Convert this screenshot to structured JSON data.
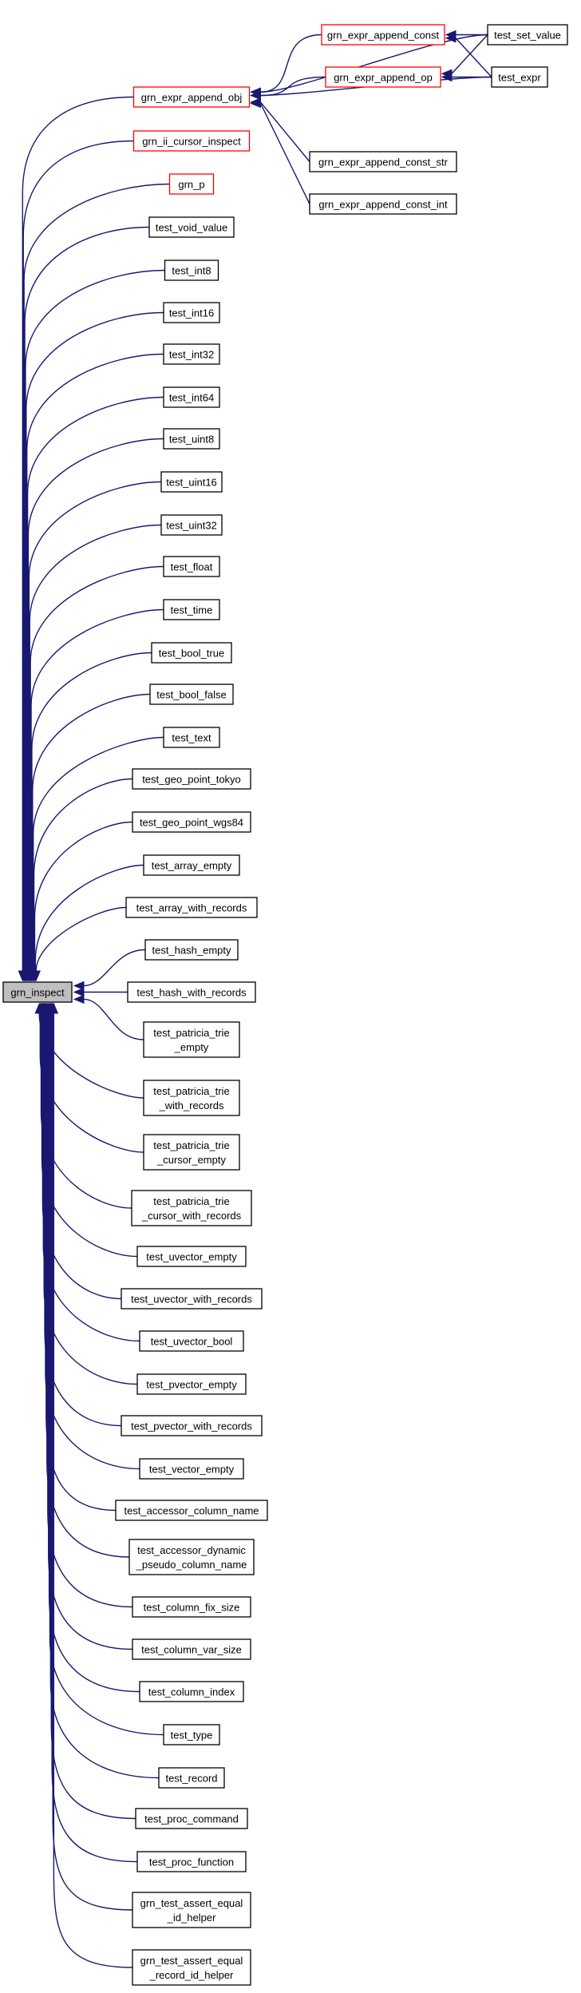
{
  "graph": {
    "root": "grn_inspect",
    "nodes": [
      {
        "id": "grn_expr_append_obj",
        "lines": [
          "grn_expr_append_obj"
        ],
        "style": "red"
      },
      {
        "id": "grn_ii_cursor_inspect",
        "lines": [
          "grn_ii_cursor_inspect"
        ],
        "style": "red"
      },
      {
        "id": "grn_p",
        "lines": [
          "grn_p"
        ],
        "style": "red"
      },
      {
        "id": "test_void_value",
        "lines": [
          "test_void_value"
        ],
        "style": "normal"
      },
      {
        "id": "test_int8",
        "lines": [
          "test_int8"
        ],
        "style": "normal"
      },
      {
        "id": "test_int16",
        "lines": [
          "test_int16"
        ],
        "style": "normal"
      },
      {
        "id": "test_int32",
        "lines": [
          "test_int32"
        ],
        "style": "normal"
      },
      {
        "id": "test_int64",
        "lines": [
          "test_int64"
        ],
        "style": "normal"
      },
      {
        "id": "test_uint8",
        "lines": [
          "test_uint8"
        ],
        "style": "normal"
      },
      {
        "id": "test_uint16",
        "lines": [
          "test_uint16"
        ],
        "style": "normal"
      },
      {
        "id": "test_uint32",
        "lines": [
          "test_uint32"
        ],
        "style": "normal"
      },
      {
        "id": "test_float",
        "lines": [
          "test_float"
        ],
        "style": "normal"
      },
      {
        "id": "test_time",
        "lines": [
          "test_time"
        ],
        "style": "normal"
      },
      {
        "id": "test_bool_true",
        "lines": [
          "test_bool_true"
        ],
        "style": "normal"
      },
      {
        "id": "test_bool_false",
        "lines": [
          "test_bool_false"
        ],
        "style": "normal"
      },
      {
        "id": "test_text",
        "lines": [
          "test_text"
        ],
        "style": "normal"
      },
      {
        "id": "test_geo_point_tokyo",
        "lines": [
          "test_geo_point_tokyo"
        ],
        "style": "normal"
      },
      {
        "id": "test_geo_point_wgs84",
        "lines": [
          "test_geo_point_wgs84"
        ],
        "style": "normal"
      },
      {
        "id": "test_array_empty",
        "lines": [
          "test_array_empty"
        ],
        "style": "normal"
      },
      {
        "id": "test_array_with_records",
        "lines": [
          "test_array_with_records"
        ],
        "style": "normal"
      },
      {
        "id": "test_hash_empty",
        "lines": [
          "test_hash_empty"
        ],
        "style": "normal"
      },
      {
        "id": "grn_inspect",
        "lines": [
          "grn_inspect"
        ],
        "style": "root"
      },
      {
        "id": "test_hash_with_records",
        "lines": [
          "test_hash_with_records"
        ],
        "style": "normal"
      },
      {
        "id": "test_patricia_trie_empty",
        "lines": [
          "test_patricia_trie",
          "_empty"
        ],
        "style": "normal"
      },
      {
        "id": "test_patricia_trie_with_records",
        "lines": [
          "test_patricia_trie",
          "_with_records"
        ],
        "style": "normal"
      },
      {
        "id": "test_patricia_trie_cursor_empty",
        "lines": [
          "test_patricia_trie",
          "_cursor_empty"
        ],
        "style": "normal"
      },
      {
        "id": "test_patricia_trie_cursor_with_records",
        "lines": [
          "test_patricia_trie",
          "_cursor_with_records"
        ],
        "style": "normal"
      },
      {
        "id": "test_uvector_empty",
        "lines": [
          "test_uvector_empty"
        ],
        "style": "normal"
      },
      {
        "id": "test_uvector_with_records",
        "lines": [
          "test_uvector_with_records"
        ],
        "style": "normal"
      },
      {
        "id": "test_uvector_bool",
        "lines": [
          "test_uvector_bool"
        ],
        "style": "normal"
      },
      {
        "id": "test_pvector_empty",
        "lines": [
          "test_pvector_empty"
        ],
        "style": "normal"
      },
      {
        "id": "test_pvector_with_records",
        "lines": [
          "test_pvector_with_records"
        ],
        "style": "normal"
      },
      {
        "id": "test_vector_empty",
        "lines": [
          "test_vector_empty"
        ],
        "style": "normal"
      },
      {
        "id": "test_accessor_column_name",
        "lines": [
          "test_accessor_column_name"
        ],
        "style": "normal"
      },
      {
        "id": "test_accessor_dynamic_pseudo_column_name",
        "lines": [
          "test_accessor_dynamic",
          "_pseudo_column_name"
        ],
        "style": "normal"
      },
      {
        "id": "test_column_fix_size",
        "lines": [
          "test_column_fix_size"
        ],
        "style": "normal"
      },
      {
        "id": "test_column_var_size",
        "lines": [
          "test_column_var_size"
        ],
        "style": "normal"
      },
      {
        "id": "test_column_index",
        "lines": [
          "test_column_index"
        ],
        "style": "normal"
      },
      {
        "id": "test_type",
        "lines": [
          "test_type"
        ],
        "style": "normal"
      },
      {
        "id": "test_record",
        "lines": [
          "test_record"
        ],
        "style": "normal"
      },
      {
        "id": "test_proc_command",
        "lines": [
          "test_proc_command"
        ],
        "style": "normal"
      },
      {
        "id": "test_proc_function",
        "lines": [
          "test_proc_function"
        ],
        "style": "normal"
      },
      {
        "id": "grn_test_assert_equal_id_helper",
        "lines": [
          "grn_test_assert_equal",
          "_id_helper"
        ],
        "style": "normal"
      },
      {
        "id": "grn_test_assert_equal_record_id_helper",
        "lines": [
          "grn_test_assert_equal",
          "_record_id_helper"
        ],
        "style": "normal"
      },
      {
        "id": "grn_expr_append_const",
        "lines": [
          "grn_expr_append_const"
        ],
        "style": "red"
      },
      {
        "id": "grn_expr_append_op",
        "lines": [
          "grn_expr_append_op"
        ],
        "style": "red"
      },
      {
        "id": "grn_expr_append_const_str",
        "lines": [
          "grn_expr_append_const_str"
        ],
        "style": "normal"
      },
      {
        "id": "grn_expr_append_const_int",
        "lines": [
          "grn_expr_append_const_int"
        ],
        "style": "normal"
      },
      {
        "id": "test_set_value",
        "lines": [
          "test_set_value"
        ],
        "style": "normal"
      },
      {
        "id": "test_expr",
        "lines": [
          "test_expr"
        ],
        "style": "normal"
      }
    ],
    "edges": [
      {
        "from": "grn_expr_append_obj",
        "to": "grn_inspect"
      },
      {
        "from": "grn_ii_cursor_inspect",
        "to": "grn_inspect"
      },
      {
        "from": "grn_p",
        "to": "grn_inspect"
      },
      {
        "from": "test_void_value",
        "to": "grn_inspect"
      },
      {
        "from": "test_int8",
        "to": "grn_inspect"
      },
      {
        "from": "test_int16",
        "to": "grn_inspect"
      },
      {
        "from": "test_int32",
        "to": "grn_inspect"
      },
      {
        "from": "test_int64",
        "to": "grn_inspect"
      },
      {
        "from": "test_uint8",
        "to": "grn_inspect"
      },
      {
        "from": "test_uint16",
        "to": "grn_inspect"
      },
      {
        "from": "test_uint32",
        "to": "grn_inspect"
      },
      {
        "from": "test_float",
        "to": "grn_inspect"
      },
      {
        "from": "test_time",
        "to": "grn_inspect"
      },
      {
        "from": "test_bool_true",
        "to": "grn_inspect"
      },
      {
        "from": "test_bool_false",
        "to": "grn_inspect"
      },
      {
        "from": "test_text",
        "to": "grn_inspect"
      },
      {
        "from": "test_geo_point_tokyo",
        "to": "grn_inspect"
      },
      {
        "from": "test_geo_point_wgs84",
        "to": "grn_inspect"
      },
      {
        "from": "test_array_empty",
        "to": "grn_inspect"
      },
      {
        "from": "test_array_with_records",
        "to": "grn_inspect"
      },
      {
        "from": "test_hash_empty",
        "to": "grn_inspect"
      },
      {
        "from": "test_hash_with_records",
        "to": "grn_inspect"
      },
      {
        "from": "test_patricia_trie_empty",
        "to": "grn_inspect"
      },
      {
        "from": "test_patricia_trie_with_records",
        "to": "grn_inspect"
      },
      {
        "from": "test_patricia_trie_cursor_empty",
        "to": "grn_inspect"
      },
      {
        "from": "test_patricia_trie_cursor_with_records",
        "to": "grn_inspect"
      },
      {
        "from": "test_uvector_empty",
        "to": "grn_inspect"
      },
      {
        "from": "test_uvector_with_records",
        "to": "grn_inspect"
      },
      {
        "from": "test_uvector_bool",
        "to": "grn_inspect"
      },
      {
        "from": "test_pvector_empty",
        "to": "grn_inspect"
      },
      {
        "from": "test_pvector_with_records",
        "to": "grn_inspect"
      },
      {
        "from": "test_vector_empty",
        "to": "grn_inspect"
      },
      {
        "from": "test_accessor_column_name",
        "to": "grn_inspect"
      },
      {
        "from": "test_accessor_dynamic_pseudo_column_name",
        "to": "grn_inspect"
      },
      {
        "from": "test_column_fix_size",
        "to": "grn_inspect"
      },
      {
        "from": "test_column_var_size",
        "to": "grn_inspect"
      },
      {
        "from": "test_column_index",
        "to": "grn_inspect"
      },
      {
        "from": "test_type",
        "to": "grn_inspect"
      },
      {
        "from": "test_record",
        "to": "grn_inspect"
      },
      {
        "from": "test_proc_command",
        "to": "grn_inspect"
      },
      {
        "from": "test_proc_function",
        "to": "grn_inspect"
      },
      {
        "from": "grn_test_assert_equal_id_helper",
        "to": "grn_inspect"
      },
      {
        "from": "grn_test_assert_equal_record_id_helper",
        "to": "grn_inspect"
      },
      {
        "from": "grn_expr_append_const",
        "to": "grn_expr_append_obj"
      },
      {
        "from": "grn_expr_append_op",
        "to": "grn_expr_append_obj"
      },
      {
        "from": "grn_expr_append_const_str",
        "to": "grn_expr_append_obj"
      },
      {
        "from": "grn_expr_append_const_int",
        "to": "grn_expr_append_obj"
      },
      {
        "from": "test_set_value",
        "to": "grn_expr_append_obj"
      },
      {
        "from": "test_expr",
        "to": "grn_expr_append_obj"
      },
      {
        "from": "test_set_value",
        "to": "grn_expr_append_const"
      },
      {
        "from": "test_expr",
        "to": "grn_expr_append_const"
      },
      {
        "from": "test_set_value",
        "to": "grn_expr_append_op"
      },
      {
        "from": "test_expr",
        "to": "grn_expr_append_op"
      }
    ]
  }
}
